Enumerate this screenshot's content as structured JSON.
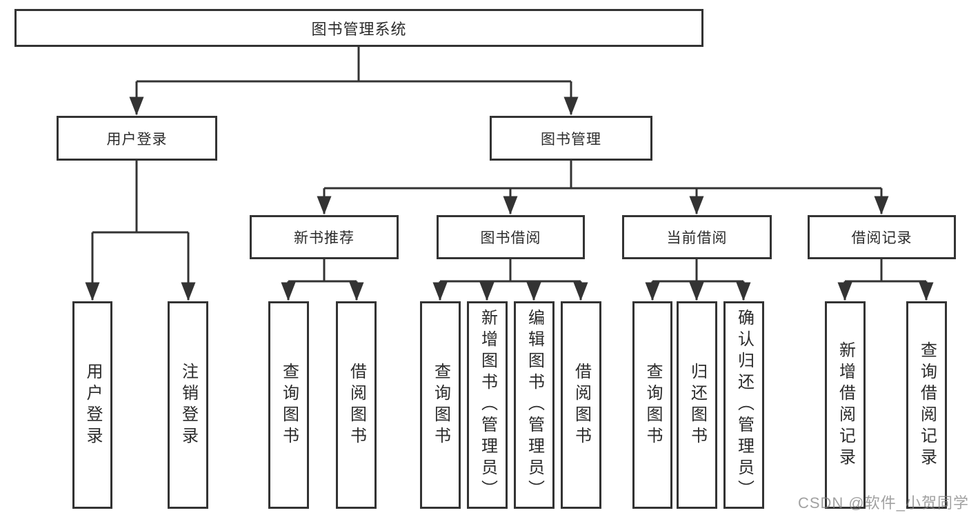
{
  "diagram": {
    "type": "hierarchy-tree",
    "background_color": "#ffffff",
    "line_color": "#333333",
    "text_color": "#2b2b2b",
    "watermark_color": "#828282",
    "tree": {
      "label": "图书管理系统",
      "children": [
        {
          "label": "用户登录",
          "children": [
            {
              "label": "用户登录"
            },
            {
              "label": "注销登录"
            }
          ]
        },
        {
          "label": "图书管理",
          "children": [
            {
              "label": "新书推荐",
              "children": [
                {
                  "label": "查询图书"
                },
                {
                  "label": "借阅图书"
                }
              ]
            },
            {
              "label": "图书借阅",
              "children": [
                {
                  "label": "查询图书"
                },
                {
                  "label": "新增图书（管理员）"
                },
                {
                  "label": "编辑图书（管理员）"
                },
                {
                  "label": "借阅图书"
                }
              ]
            },
            {
              "label": "当前借阅",
              "children": [
                {
                  "label": "查询图书"
                },
                {
                  "label": "归还图书"
                },
                {
                  "label": "确认归还（管理员）"
                }
              ]
            },
            {
              "label": "借阅记录",
              "children": [
                {
                  "label": "新增借阅记录"
                },
                {
                  "label": "查询借阅记录"
                }
              ]
            }
          ]
        }
      ]
    },
    "watermark": "CSDN @软件_小贺同学"
  }
}
